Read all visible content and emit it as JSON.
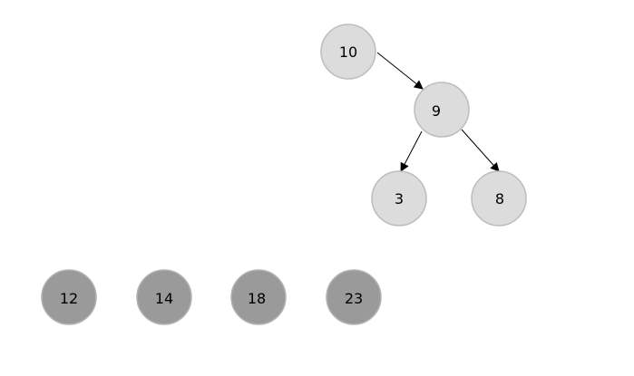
{
  "tree": {
    "nodes": [
      {
        "id": "n10",
        "label": "10"
      },
      {
        "id": "n9",
        "label": "9"
      },
      {
        "id": "n3",
        "label": "3"
      },
      {
        "id": "n8",
        "label": "8"
      }
    ],
    "edges": [
      {
        "from": "n10",
        "to": "n9"
      },
      {
        "from": "n9",
        "to": "n3"
      },
      {
        "from": "n9",
        "to": "n8"
      }
    ]
  },
  "sorted_nodes": [
    "12",
    "14",
    "18",
    "23"
  ],
  "colors": {
    "tree_node_fill": "#dcdcdc",
    "sorted_node_fill": "#9a9a9a",
    "outline": "#bdbdbd",
    "edge": "#000000"
  }
}
